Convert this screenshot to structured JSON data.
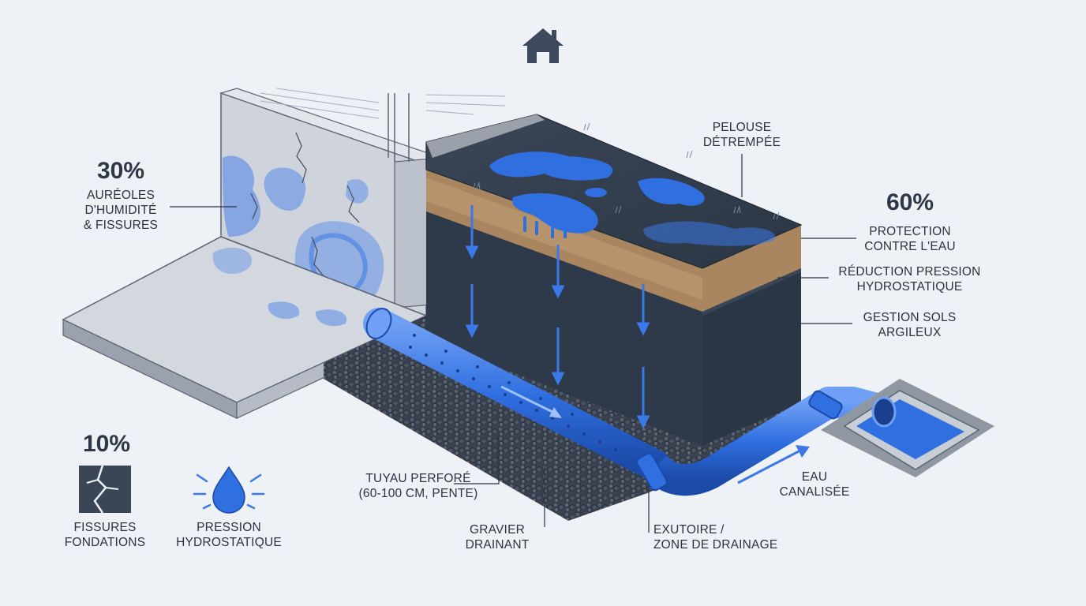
{
  "stats": {
    "moisture": {
      "value": "30%",
      "lines": [
        "AURÉOLES",
        "D'HUMIDITÉ",
        "& FISSURES"
      ]
    },
    "protection": {
      "value": "60%",
      "label": [
        "PROTECTION",
        "CONTRE L'EAU"
      ]
    },
    "cracks": {
      "value": "10%",
      "label": [
        "FISSURES",
        "FONDATIONS"
      ]
    }
  },
  "icons": {
    "house": "house-icon",
    "cracked_wall": "cracked-wall-icon",
    "water_drop": "water-drop-icon"
  },
  "legend": {
    "pressure": [
      "PRESSION",
      "HYDROSTATIQUE"
    ]
  },
  "benefits": {
    "pressure_reduction": [
      "RÉDUCTION PRESSION",
      "HYDROSTATIQUE"
    ],
    "clay_soils": [
      "GESTION SOLS",
      "ARGILEUX"
    ]
  },
  "callouts": {
    "lawn": [
      "PELOUSE",
      "DÉTREMPÉE"
    ],
    "pipe": [
      "TUYAU PERFORÉ",
      "(60-100 CM, PENTE)"
    ],
    "gravel": [
      "GRAVIER",
      "DRAINANT"
    ],
    "outlet": [
      "EXUTOIRE /",
      "ZONE DE DRAINAGE"
    ],
    "channeled": [
      "EAU",
      "CANALISÉE"
    ]
  },
  "colors": {
    "water": "#2f6fe0",
    "soil_dark": "#2a3646",
    "sand": "#b89468",
    "concrete": "#c9ced6",
    "line": "#2a3340"
  }
}
